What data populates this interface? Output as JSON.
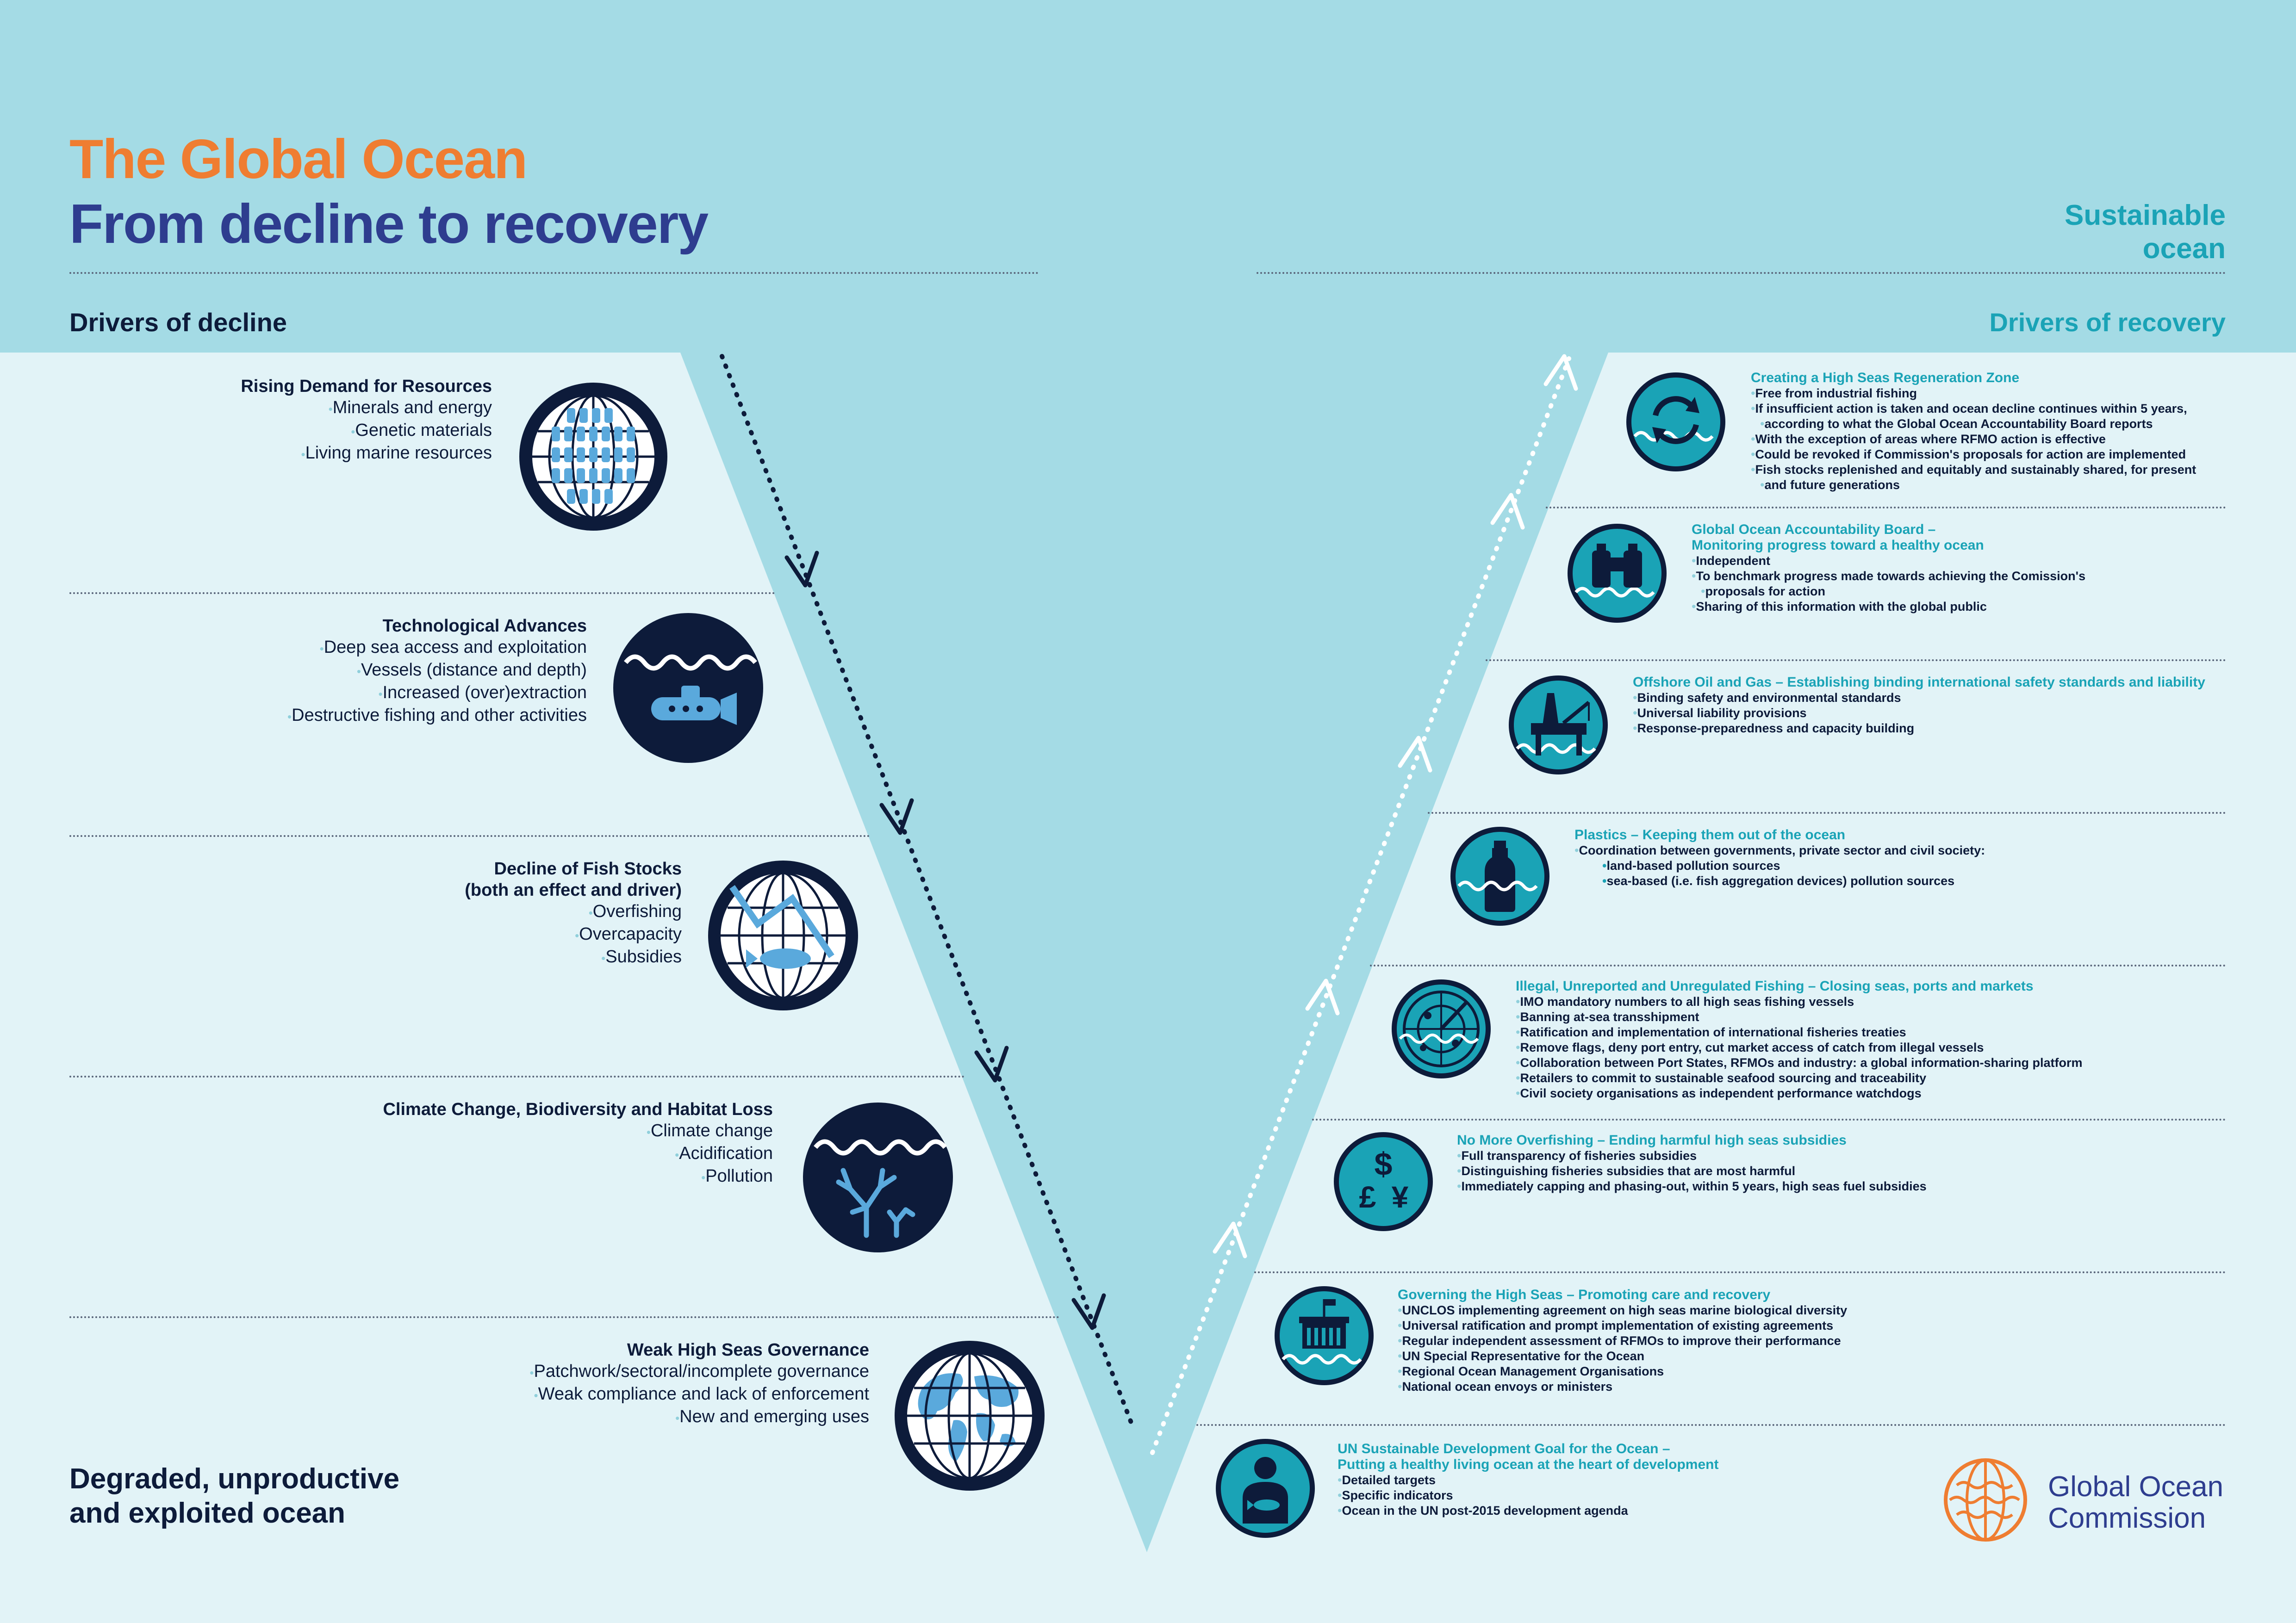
{
  "title": {
    "line1": "The Global Ocean",
    "line2": "From decline to recovery"
  },
  "headers": {
    "left": "Drivers of decline",
    "right": "Drivers of recovery"
  },
  "sustainable": {
    "line1": "Sustainable",
    "line2": "ocean"
  },
  "degraded": {
    "line1": "Degraded, unproductive",
    "line2": "and exploited ocean"
  },
  "decline": [
    {
      "title": "Rising Demand for Resources",
      "bullets": [
        "Minerals and energy",
        "Genetic materials",
        "Living marine resources"
      ],
      "icon": "globe-people-icon"
    },
    {
      "title": "Technological Advances",
      "bullets": [
        "Deep sea access and exploitation",
        "Vessels (distance and depth)",
        "Increased (over)extraction",
        "Destructive fishing and other activities"
      ],
      "icon": "submarine-icon"
    },
    {
      "title": "Decline of Fish Stocks",
      "title2": "(both an effect and driver)",
      "bullets": [
        "Overfishing",
        "Overcapacity",
        "Subsidies"
      ],
      "icon": "globe-fish-decline-icon"
    },
    {
      "title": "Climate Change, Biodiversity and Habitat Loss",
      "bullets": [
        "Climate change",
        "Acidification",
        "Pollution"
      ],
      "icon": "coral-icon"
    },
    {
      "title": "Weak High Seas Governance",
      "bullets": [
        "Patchwork/sectoral/incomplete governance",
        "Weak compliance and lack of enforcement",
        "New and emerging uses"
      ],
      "icon": "world-map-icon"
    }
  ],
  "recovery": [
    {
      "title": "Creating a High Seas Regeneration Zone",
      "bullets": [
        "Free from industrial fishing",
        "If insufficient action is taken and ocean decline continues within 5 years,",
        "according to what the Global Ocean Accountability Board reports",
        "With the exception of areas where RFMO action is effective",
        "Could be revoked if Commission's proposals for action are implemented",
        "Fish stocks replenished and equitably and sustainably shared, for present",
        "and future generations"
      ],
      "icon": "regeneration-cycle-icon"
    },
    {
      "title": "Global Ocean Accountability Board –",
      "title2": "Monitoring progress toward a healthy ocean",
      "bullets": [
        "Independent",
        "To benchmark progress made towards achieving the Comission's",
        "proposals for action",
        "Sharing of this information with the global public"
      ],
      "icon": "binoculars-icon"
    },
    {
      "title": "Offshore Oil and Gas – Establishing binding international safety standards and liability",
      "bullets": [
        "Binding safety and environmental standards",
        "Universal liability provisions",
        "Response-preparedness and capacity building"
      ],
      "icon": "oil-rig-icon"
    },
    {
      "title": "Plastics – Keeping them out of the ocean",
      "bullets": [
        "Coordination between governments, private sector and civil society:"
      ],
      "subbullets": [
        "land-based pollution sources",
        "sea-based (i.e. fish aggregation devices) pollution sources"
      ],
      "icon": "plastic-bottle-icon"
    },
    {
      "title": "Illegal, Unreported and Unregulated Fishing – Closing seas, ports and markets",
      "bullets": [
        "IMO mandatory numbers to all high seas fishing vessels",
        "Banning at-sea transshipment",
        "Ratification and implementation of international fisheries treaties",
        "Remove flags, deny port entry, cut market access of catch from illegal vessels",
        "Collaboration between Port States, RFMOs and industry: a global information-sharing platform",
        "Retailers to commit to sustainable seafood sourcing and traceability",
        "Civil society organisations as independent performance watchdogs"
      ],
      "icon": "radar-icon"
    },
    {
      "title": "No More Overfishing – Ending harmful high seas subsidies",
      "bullets": [
        "Full transparency of fisheries subsidies",
        "Distinguishing fisheries subsidies that are most harmful",
        "Immediately capping and phasing-out, within 5 years, high seas fuel subsidies"
      ],
      "icon": "currency-icon"
    },
    {
      "title": "Governing the High Seas – Promoting care and recovery",
      "bullets": [
        "UNCLOS implementing agreement on high seas marine biological diversity",
        "Universal ratification and prompt implementation of existing agreements",
        "Regular independent assessment of RFMOs to improve their performance",
        "UN Special Representative for the Ocean",
        "Regional Ocean Management Organisations",
        "National ocean envoys or ministers"
      ],
      "icon": "government-building-icon"
    },
    {
      "title": "UN Sustainable Development Goal for the Ocean –",
      "title2": "Putting a healthy living ocean at the heart of development",
      "bullets": [
        "Detailed targets",
        "Specific indicators",
        "Ocean in the UN post-2015 development agenda"
      ],
      "icon": "person-fish-icon"
    }
  ],
  "logo": {
    "line1": "Global Ocean",
    "line2": "Commission"
  },
  "colors": {
    "orange": "#ef7d31",
    "navy": "#2e3d8f",
    "dark": "#0d1b3a",
    "teal": "#1aa3b6",
    "band": "#a4dbe5",
    "light": "#e2f3f7"
  }
}
